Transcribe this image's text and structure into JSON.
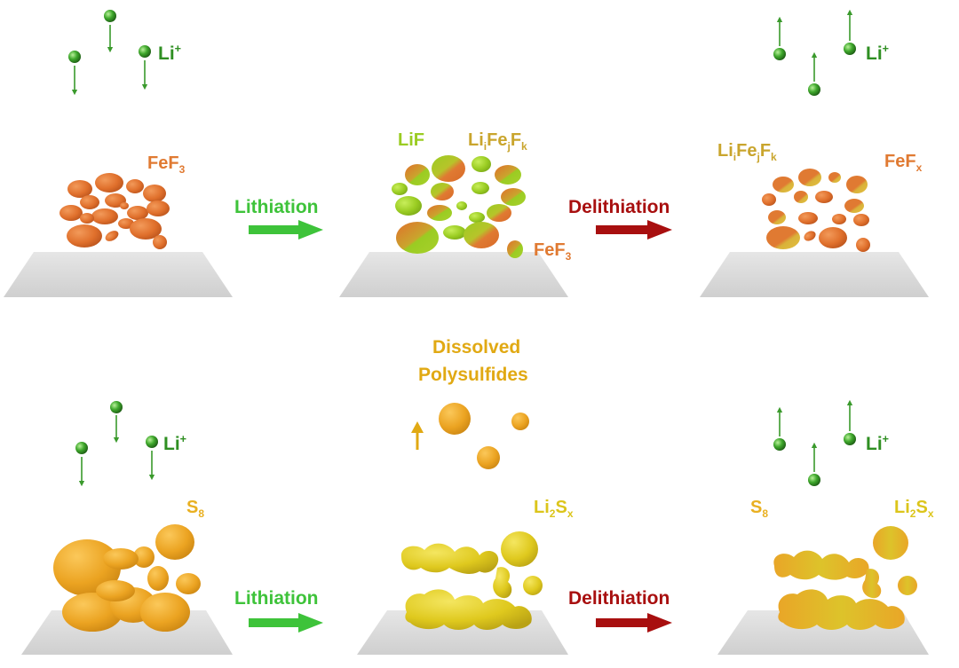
{
  "colors": {
    "lithium": "#2f8f22",
    "lithiation": "#3ec33a",
    "delithiation": "#a80f0f",
    "fef3": "#e07a32",
    "lif": "#9acc22",
    "lifef": "#c9a52d",
    "sulfur": "#e9b021",
    "sulfur_yellow": "#dcc51b",
    "substrate": "#dcdcdc"
  },
  "labels": {
    "li_ion": {
      "base": "Li",
      "sup": "+"
    },
    "fef3": {
      "base": "FeF",
      "sub": "3"
    },
    "lif": "LiF",
    "lifef": {
      "a": "Li",
      "i": "i",
      "b": "Fe",
      "j": "j",
      "c": "F",
      "k": "k"
    },
    "fefx": {
      "base": "FeF",
      "sub": "x"
    },
    "lithiation": "Lithiation",
    "delithiation": "Delithiation",
    "s8": {
      "base": "S",
      "sub": "8"
    },
    "li2sx": {
      "a": "Li",
      "n": "2",
      "b": "S",
      "x": "x"
    },
    "dissolved": {
      "line1": "Dissolved",
      "line2": "Polysulfides"
    }
  }
}
